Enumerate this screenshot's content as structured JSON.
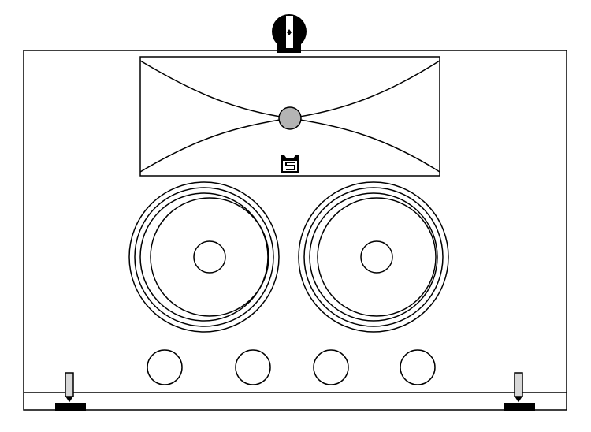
{
  "diagram": {
    "subject": "loudspeaker-front-view",
    "logo": {
      "letter": "S"
    },
    "colors": {
      "line": "#000000",
      "tweeter_dome": "#b4b4b4",
      "spike": "#d8d8d8",
      "background": "#ffffff"
    },
    "woofers": 2,
    "ports": 4,
    "feet": 2
  }
}
